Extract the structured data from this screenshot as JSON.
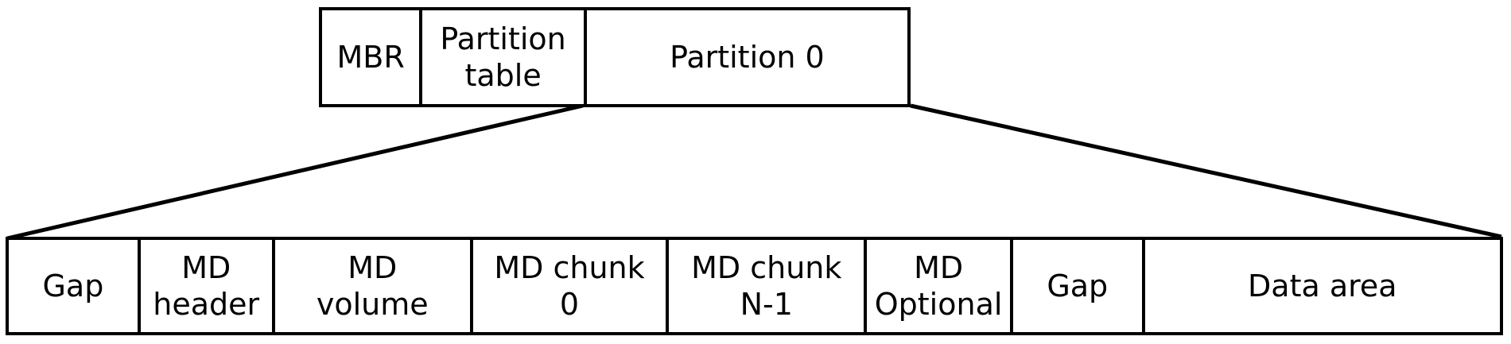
{
  "diagram": {
    "background_color": "#ffffff",
    "stroke_color": "#000000",
    "top_row": {
      "cells": [
        {
          "label": "MBR"
        },
        {
          "label": "Partition\ntable"
        },
        {
          "label": "Partition 0"
        }
      ]
    },
    "bottom_row": {
      "cells": [
        {
          "label": "Gap"
        },
        {
          "label": "MD\nheader"
        },
        {
          "label": "MD\nvolume"
        },
        {
          "label": "MD chunk\n0"
        },
        {
          "label": "MD chunk\nN-1"
        },
        {
          "label": "MD\nOptional"
        },
        {
          "label": "Gap"
        },
        {
          "label": "Data area"
        }
      ]
    }
  }
}
